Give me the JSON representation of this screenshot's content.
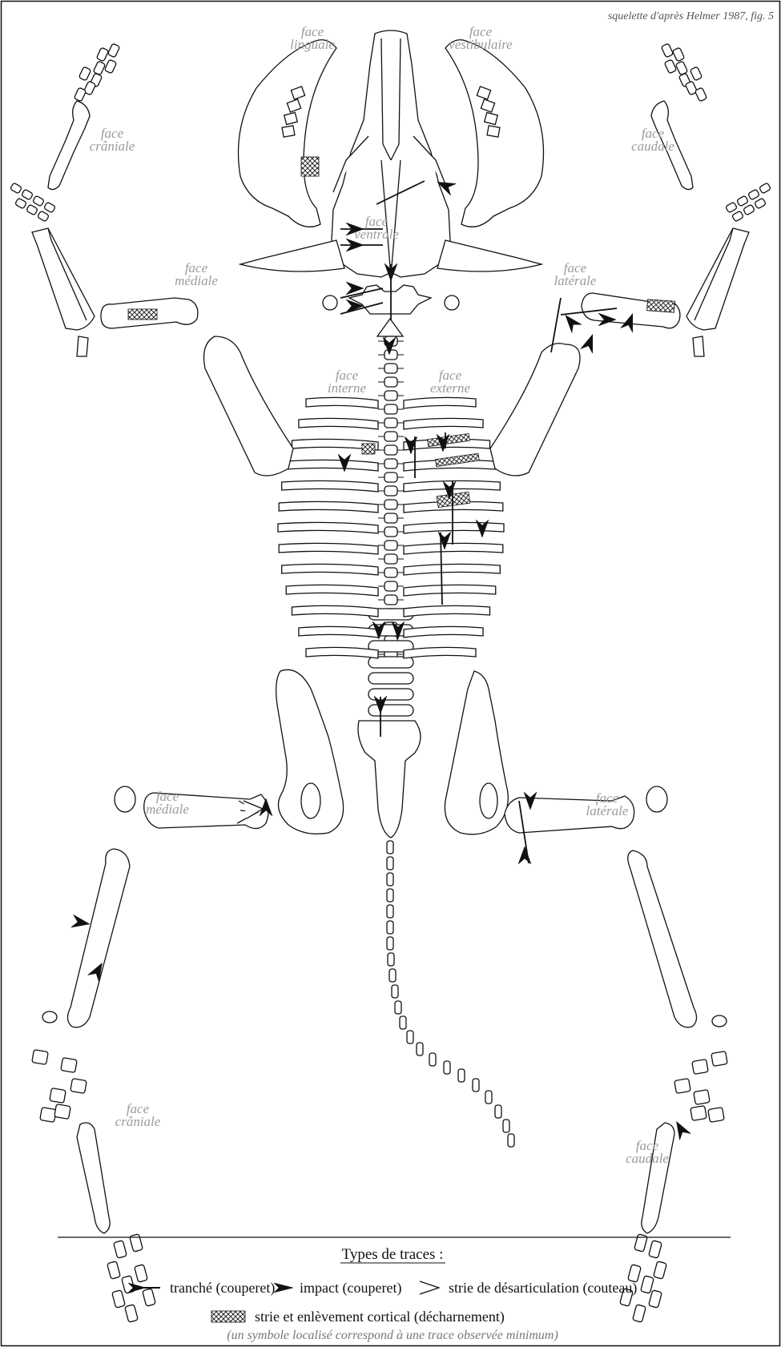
{
  "credit": "squelette d'après Helmer 1987, fig. 5",
  "labels": {
    "linguale": [
      "face",
      "linguale"
    ],
    "vestibulaire": [
      "face",
      "vestibulaire"
    ],
    "craniale_forelimb": [
      "face",
      "crâniale"
    ],
    "caudale_forelimb": [
      "face",
      "caudale"
    ],
    "ventrale": [
      "face",
      "ventrale"
    ],
    "mediale_humerus": [
      "face",
      "médiale"
    ],
    "laterale_humerus": [
      "face",
      "latérale"
    ],
    "interne": [
      "face",
      "interne"
    ],
    "externe": [
      "face",
      "externe"
    ],
    "mediale_femur": [
      "face",
      "médiale"
    ],
    "laterale_femur": [
      "face",
      "latérale"
    ],
    "craniale_hindlimb": [
      "face",
      "crâniale"
    ],
    "caudale_hindlimb": [
      "face",
      "caudale"
    ]
  },
  "legend": {
    "title": "Types de traces :",
    "tranche": "tranché (couperet)",
    "impact": "impact (couperet)",
    "strie": "strie de désarticulation (couteau)",
    "decharnement": "strie et enlèvement cortical (décharnement)",
    "note": "(un symbole localisé correspond à une trace observée minimum)"
  },
  "colors": {
    "ink": "#111111",
    "label_grey": "#9a9a9a",
    "background": "#ffffff"
  }
}
